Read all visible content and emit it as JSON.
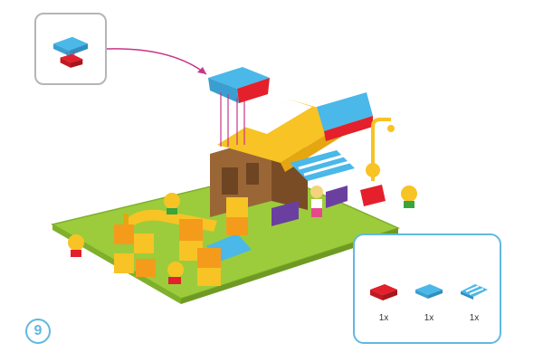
{
  "step": {
    "number": "9"
  },
  "parts": [
    {
      "name": "red-2x2-brick",
      "color": "#e3202b",
      "quantity": "1x"
    },
    {
      "name": "blue-2x4-plate",
      "color": "#4ab8e8",
      "quantity": "1x"
    },
    {
      "name": "blue-striped-awning-tile",
      "color": "#4ab8e8",
      "quantity": "1x"
    }
  ],
  "colors": {
    "baseplate": "#9ccc3c",
    "blue": "#4ab8e8",
    "red": "#e3202b",
    "yellow": "#f7c325",
    "orange": "#f59b1c",
    "brown": "#8a5a32",
    "purple": "#6b3fa0",
    "accent_frame": "#62b8e1",
    "arrow": "#c9348a"
  }
}
